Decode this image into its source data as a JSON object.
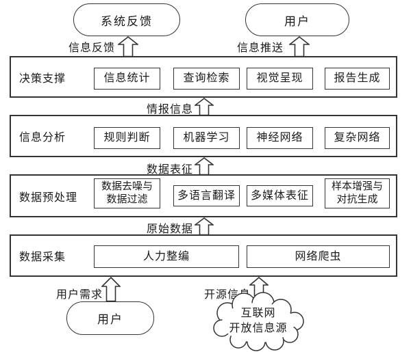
{
  "palette": {
    "line_color": "#333333",
    "text_color": "#1a1a1a",
    "background": "#ffffff"
  },
  "top_nodes": {
    "system_feedback": {
      "label": "系统反馈"
    },
    "user": {
      "label": "用户"
    }
  },
  "edge_labels": {
    "info_feedback": "信息反馈",
    "info_push": "信息推送",
    "intel_info": "情报信息",
    "data_representation": "数据表征",
    "raw_data": "原始数据",
    "user_demand": "用户需求",
    "open_source_info": "开源信息"
  },
  "layers": [
    {
      "name": "决策支撑",
      "boxes": [
        {
          "lines": [
            "信息统计"
          ]
        },
        {
          "lines": [
            "查询检索"
          ]
        },
        {
          "lines": [
            "视觉呈现"
          ]
        },
        {
          "lines": [
            "报告生成"
          ]
        }
      ]
    },
    {
      "name": "信息分析",
      "boxes": [
        {
          "lines": [
            "规则判断"
          ]
        },
        {
          "lines": [
            "机器学习"
          ]
        },
        {
          "lines": [
            "神经网络"
          ]
        },
        {
          "lines": [
            "复杂网络"
          ]
        }
      ]
    },
    {
      "name": "数据预处理",
      "boxes": [
        {
          "lines": [
            "数据去噪与",
            "数据过滤"
          ]
        },
        {
          "lines": [
            "多语言翻译"
          ]
        },
        {
          "lines": [
            "多媒体表征"
          ]
        },
        {
          "lines": [
            "样本增强与",
            "对抗生成"
          ]
        }
      ]
    },
    {
      "name": "数据采集",
      "boxes": [
        {
          "lines": [
            "人力整编"
          ]
        },
        {
          "lines": [
            "网络爬虫"
          ]
        }
      ]
    }
  ],
  "bottom_nodes": {
    "user": {
      "label": "用户"
    },
    "internet_cloud": {
      "lines": [
        "互联网",
        "开放信息源"
      ]
    }
  }
}
